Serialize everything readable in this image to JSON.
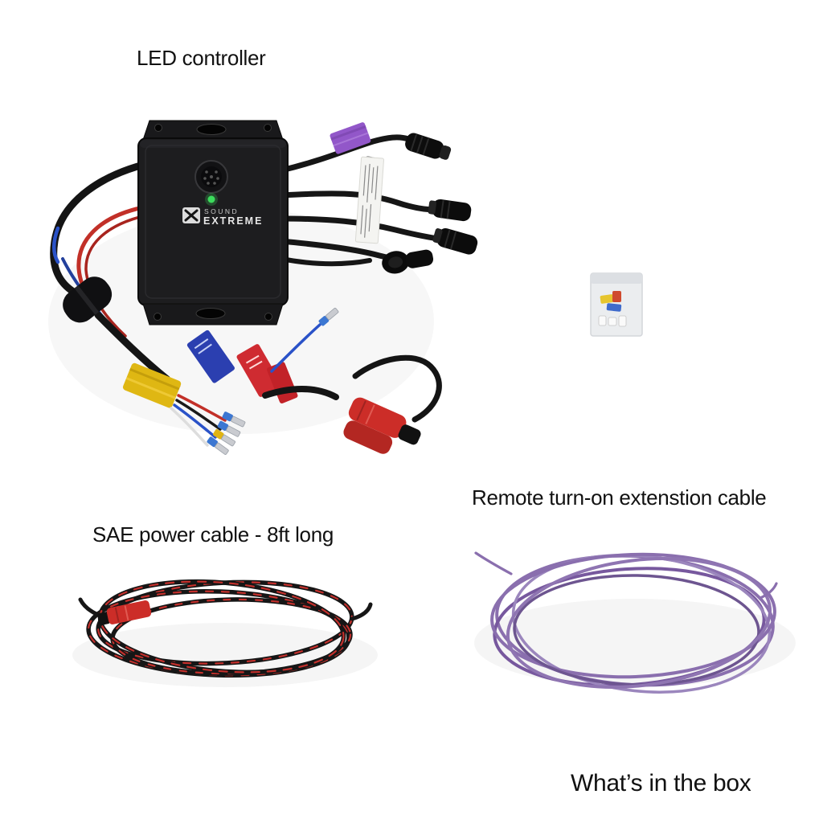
{
  "annotations": {
    "led_controller_label": "LED controller",
    "remote_cable_label": "Remote turn-on extenstion cable",
    "sae_cable_label": "SAE power cable - 8ft long",
    "footer_title": "What’s in the box"
  },
  "controller": {
    "brand_top": "SOUND",
    "brand_bottom": "EXTREME",
    "led_status": "on"
  },
  "items": [
    {
      "name": "LED controller with wiring harness"
    },
    {
      "name": "Hardware parts bag"
    },
    {
      "name": "SAE power cable - 8ft long"
    },
    {
      "name": "Remote turn-on extension cable"
    }
  ],
  "colors": {
    "background": "#ffffff",
    "text": "#111111",
    "device_body": "#1d1d1f",
    "led_green": "#3ddb5c",
    "purple_wire": "#8a6fae",
    "sae_red": "#cc2d28",
    "power_red": "#c23028",
    "tape_purple": "#9257c9",
    "tape_yellow": "#dfb713",
    "tape_blue": "#2b3fb0",
    "tape_red": "#cf2b31",
    "label_white": "#f4f4f1",
    "bag_gray": "#ebedef"
  }
}
